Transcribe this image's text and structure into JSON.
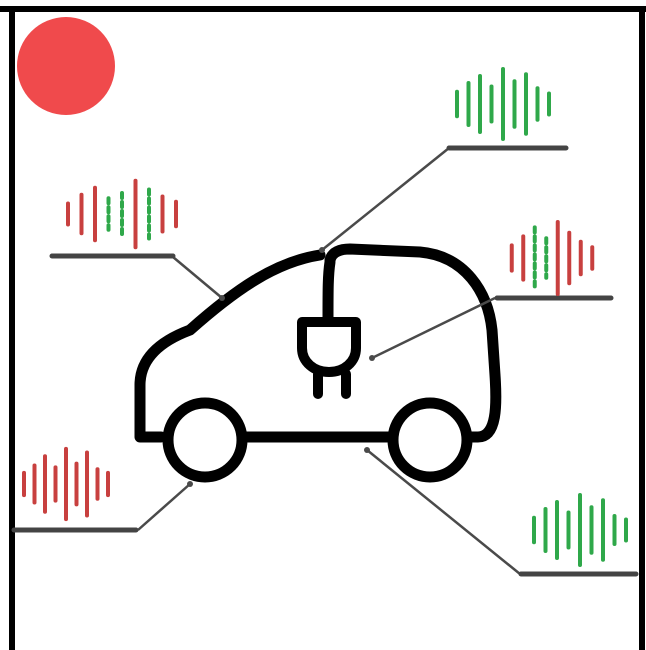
{
  "colors": {
    "frame": "#000000",
    "car": "#000000",
    "leader": "#4a4a4a",
    "underline": "#444444",
    "alert_dot": "#f04a4c",
    "red_wave": "#c8403f",
    "green_wave": "#2fa84a"
  },
  "icons": {
    "vehicle": "electric-car-icon",
    "plug": "charging-plug-icon",
    "status": "red-status-dot-icon"
  },
  "callouts": [
    {
      "id": "front-wheel",
      "wave": "red",
      "bars": [
        0.3,
        0.5,
        0.75,
        0.45,
        0.95,
        0.55,
        0.85,
        0.4,
        0.3
      ]
    },
    {
      "id": "roof-front",
      "wave": "mixed",
      "bars": [
        0.3,
        0.55,
        0.75,
        0.45,
        0.6,
        0.95,
        0.7,
        0.5,
        0.35
      ]
    },
    {
      "id": "roof-rear",
      "wave": "green",
      "bars": [
        0.35,
        0.6,
        0.8,
        0.5,
        1.0,
        0.65,
        0.85,
        0.45,
        0.3
      ]
    },
    {
      "id": "plug",
      "wave": "mixed",
      "bars": [
        0.35,
        0.6,
        0.85,
        0.55,
        1.0,
        0.7,
        0.45,
        0.3
      ]
    },
    {
      "id": "rear-wheel",
      "wave": "green",
      "bars": [
        0.35,
        0.6,
        0.8,
        0.5,
        1.0,
        0.65,
        0.85,
        0.4,
        0.3
      ]
    }
  ]
}
